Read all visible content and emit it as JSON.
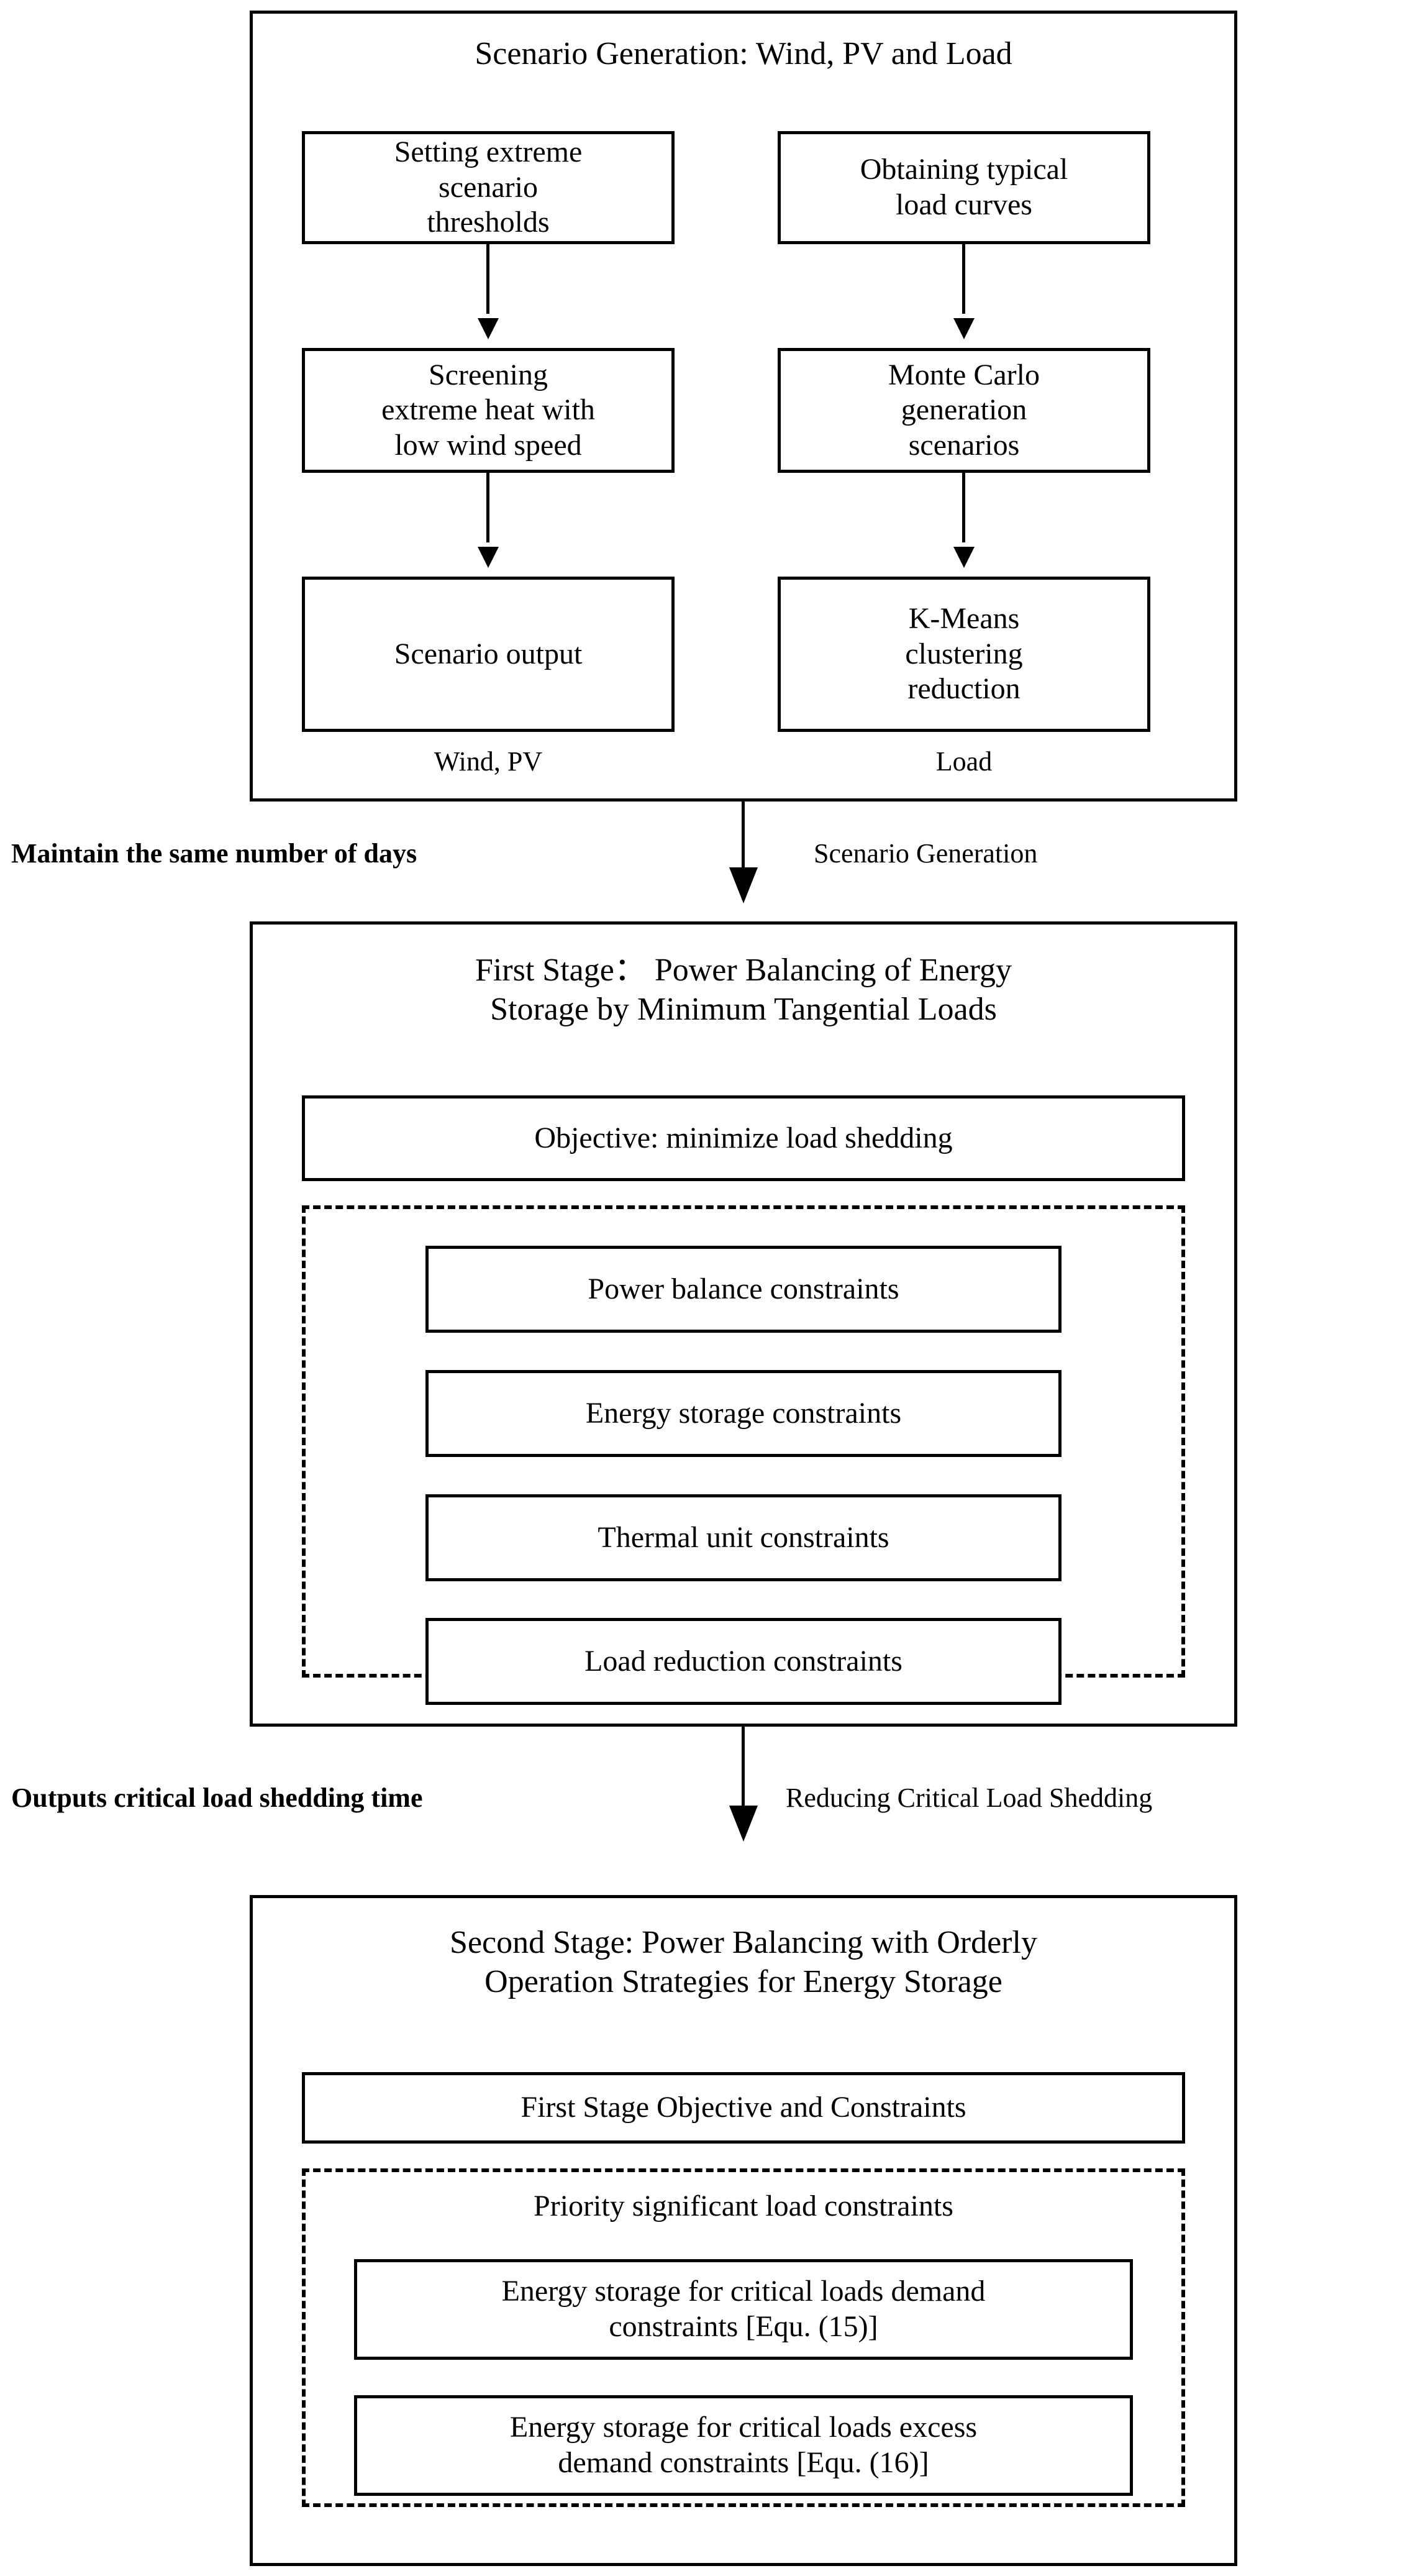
{
  "diagram": {
    "type": "flowchart",
    "title_semantic": "two-stage power-balancing methodology flowchart",
    "stage1": {
      "heading": "Scenario Generation: Wind, PV and Load",
      "left_column": {
        "footer_label": "Wind, PV",
        "nodes": [
          "Setting extreme\nscenario\nthresholds",
          "Screening\nextreme heat with\nlow wind speed",
          "Scenario output"
        ]
      },
      "right_column": {
        "footer_label": "Load",
        "nodes": [
          "Obtaining typical\nload curves",
          "Monte Carlo\ngeneration\nscenarios",
          "K-Means\nclustering\nreduction"
        ]
      }
    },
    "connector1": {
      "left_label": "Maintain the same number of days",
      "right_label": "Scenario Generation"
    },
    "stage2": {
      "heading": "First Stage：  Power Balancing of Energy\nStorage by Minimum Tangential Loads",
      "objective": "Objective: minimize load shedding",
      "constraints": [
        "Power balance constraints",
        "Energy storage constraints",
        "Thermal unit constraints",
        "Load reduction constraints"
      ]
    },
    "connector2": {
      "left_label": "Outputs critical load shedding time",
      "right_label": "Reducing Critical Load Shedding"
    },
    "stage3": {
      "heading": "Second Stage: Power Balancing with Orderly\nOperation Strategies for Energy Storage",
      "objective": "First Stage Objective and  Constraints",
      "group_label": "Priority significant load constraints",
      "constraints": [
        "Energy storage for critical loads demand\nconstraints [Equ. (15)]",
        "Energy storage for critical loads excess\ndemand constraints [Equ. (16)]"
      ]
    },
    "colors": {
      "stroke": "#000000",
      "background": "#ffffff"
    }
  }
}
